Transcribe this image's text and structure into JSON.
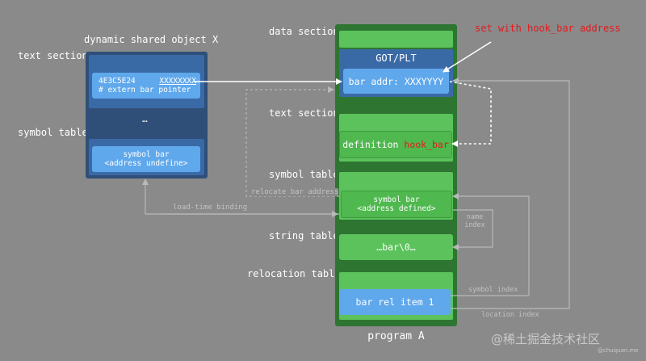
{
  "dso": {
    "title": "dynamic shared object X",
    "text_section_label": "text section",
    "symbol_table_label": "symbol table",
    "entry_address": "4E3C5E24",
    "entry_value": "XXXXXXXX",
    "entry_comment": "# extern bar pointer",
    "ellipsis": "…",
    "symbol_name": "symbol bar",
    "symbol_addr": "<address undefine>"
  },
  "program": {
    "title": "program A",
    "data_section_label": "data section",
    "got_label": "GOT/PLT",
    "got_entry": "bar addr: XXXYYYY",
    "text_section_label": "text section",
    "definition_prefix": "definition ",
    "definition_name": "hook_bar",
    "symbol_table_label": "symbol table",
    "symbol_name": "symbol bar",
    "symbol_addr": "<address defined>",
    "string_table_label": "string table",
    "string_entry": "…bar\\0…",
    "relocation_table_label": "relocation table",
    "rel_item": "bar rel item 1"
  },
  "annotations": {
    "set_with": "set with hook_bar address",
    "relocate_bar_address": "relocate bar address",
    "load_time_binding": "load-time binding",
    "name_index": "name index",
    "symbol_index": "symbol index",
    "location_index": "location index"
  },
  "watermark": {
    "brand": "@稀土掘金技术社区",
    "small": "@chuquan.me"
  },
  "colors": {
    "background": "#8a8a8a",
    "dso_panel": "#2f4f78",
    "blue_box": "#60a8ec",
    "program_panel": "#2e7532",
    "green_box": "#5cc25c",
    "red_text": "#e8181b",
    "faint_line": "#b9b9b9"
  }
}
